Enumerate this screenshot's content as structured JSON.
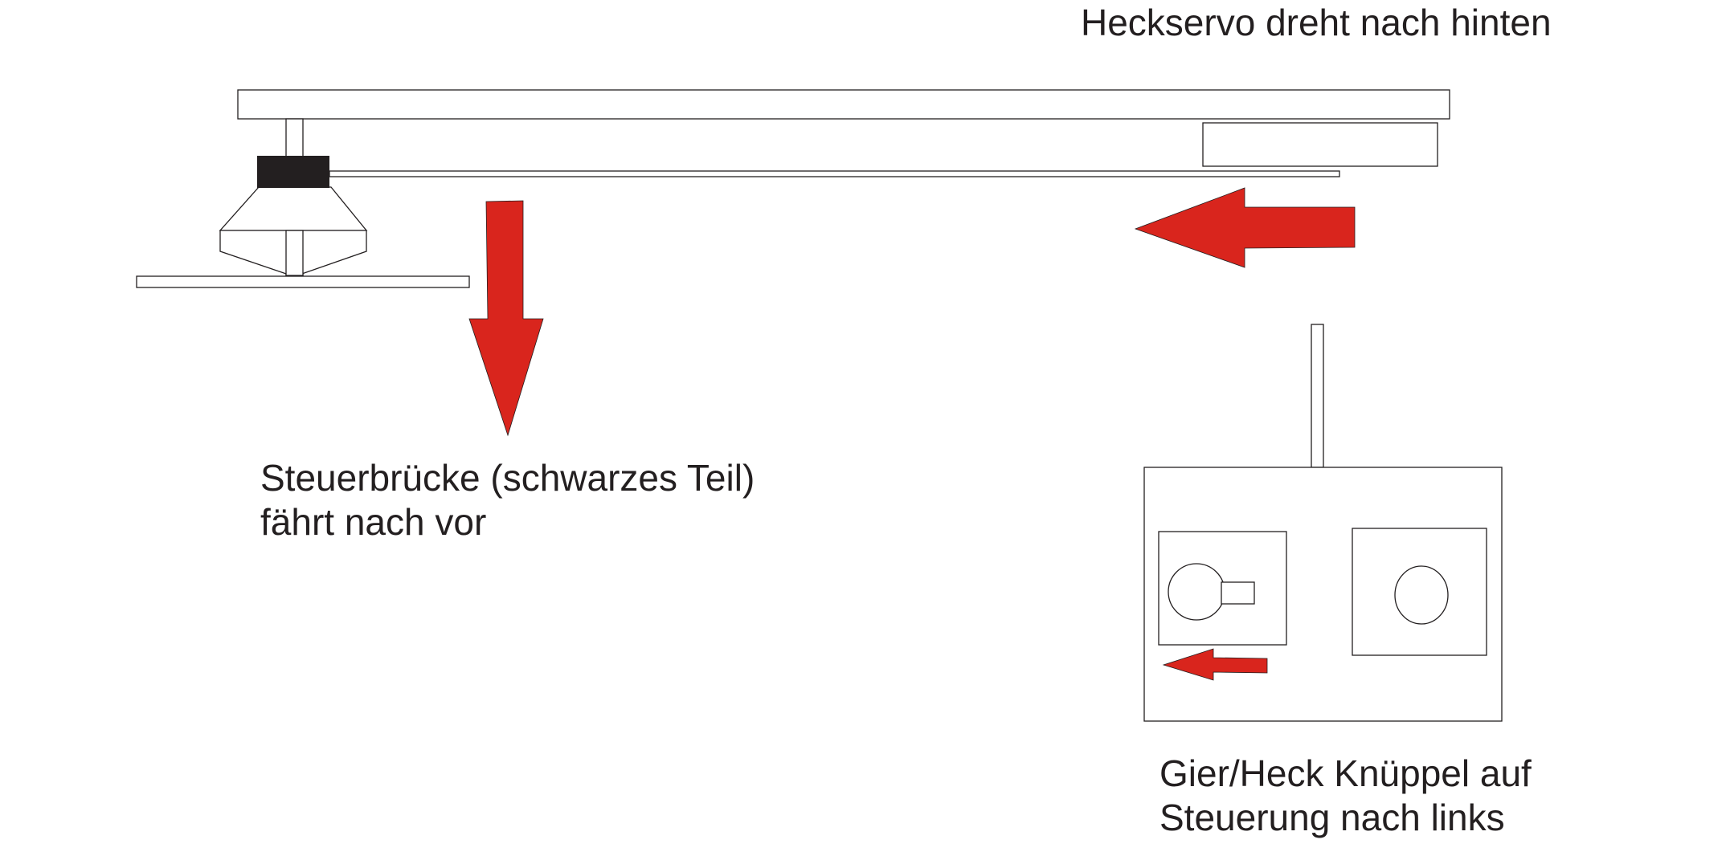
{
  "labels": {
    "tail_servo": "Heckservo dreht nach hinten",
    "control_bridge_line1": "Steuerbrücke (schwarzes Teil)",
    "control_bridge_line2": "fährt nach vor",
    "stick_line1": "Gier/Heck Knüppel auf",
    "stick_line2": "Steuerung nach links"
  },
  "colors": {
    "arrow_fill": "#d9251d",
    "outline": "#231f20",
    "slider_block": "#231f20",
    "text": "#231f20",
    "background": "#ffffff"
  },
  "icons": {
    "arrows": [
      "arrow-down-icon",
      "arrow-left-icon",
      "arrow-left-icon"
    ]
  }
}
